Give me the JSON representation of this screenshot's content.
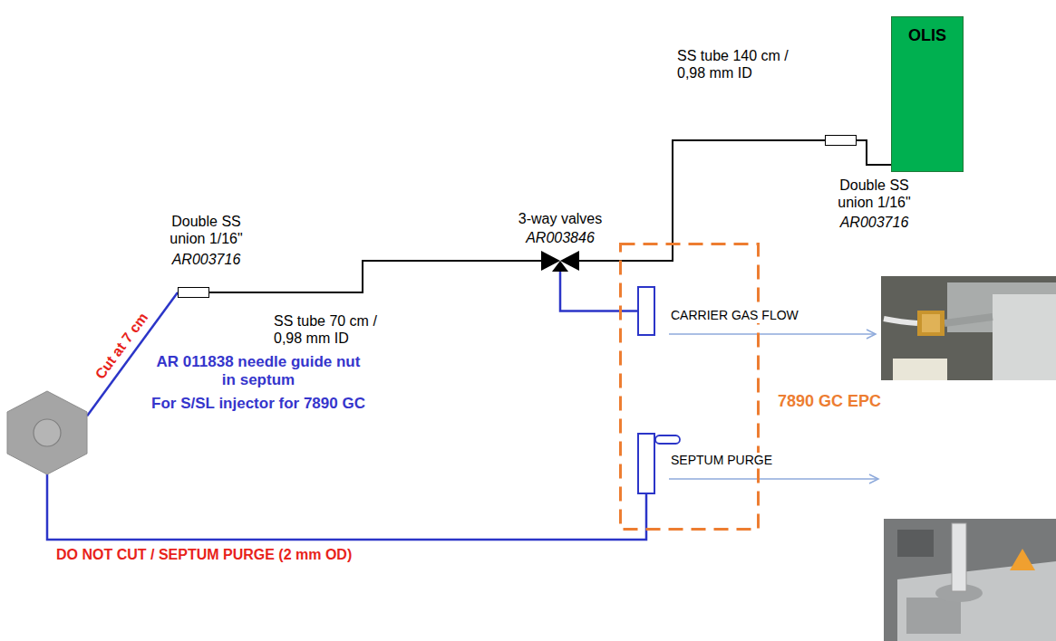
{
  "diagram": {
    "nodes": [
      {
        "text": [
          "OLIS"
        ]
      },
      {
        "text": [
          "Double SS union 1/16\"",
          "AR003716"
        ]
      },
      {
        "text": [
          "3-way valves",
          "AR003846"
        ]
      },
      {
        "text": [
          "Double SS union 1/16\"",
          "AR003716"
        ]
      },
      {
        "text": [
          "AR 011838 needle guide nut in septum",
          "For S/SL injector for 7890 GC"
        ]
      },
      {
        "text": [
          "7890 GC EPC"
        ]
      },
      {
        "text": [
          "CARRIER GAS FLOW"
        ],
        "in": 5
      },
      {
        "text": [
          "SEPTUM PURGE"
        ],
        "in": 5
      }
    ],
    "edges": [
      {
        "from": 4,
        "to": 3,
        "label": "Cut at 7 cm",
        "arrow": "none"
      },
      {
        "from": 3,
        "to": 2,
        "label": "SS tube 70 cm / 0,98 mm ID",
        "arrow": "none"
      },
      {
        "from": 2,
        "to": 1,
        "label": "SS tube 140 cm / 0,98 mm ID",
        "arrow": "none"
      },
      {
        "from": 1,
        "to": 0,
        "arrow": "none"
      },
      {
        "from": 2,
        "to": 6,
        "arrow": "none"
      },
      {
        "from": 4,
        "to": 7,
        "label": "DO NOT CUT / SEPTUM PURGE (2 mm OD)",
        "arrow": "none"
      }
    ]
  }
}
